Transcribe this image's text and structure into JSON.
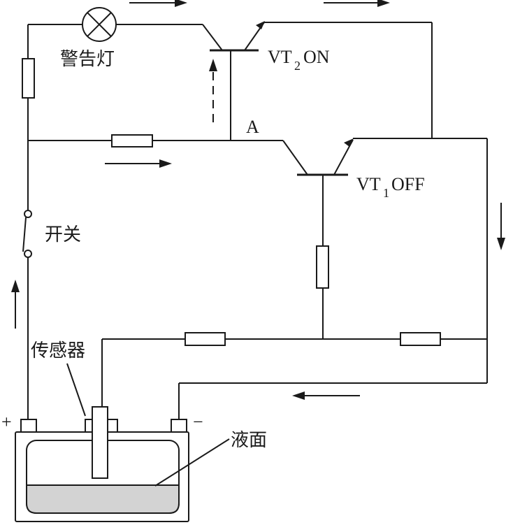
{
  "labels": {
    "warning_lamp": "警告灯",
    "switch": "开关",
    "sensor": "传感器",
    "liquid_level": "液面",
    "node_a": "A",
    "vt2_prefix": "VT",
    "vt2_sub": "2",
    "vt2_state": "ON",
    "vt1_prefix": "VT",
    "vt1_sub": "1",
    "vt1_state": "OFF",
    "battery_plus": "+",
    "battery_minus": "−"
  },
  "colors": {
    "line": "#1a1a1a",
    "liquid": "#d3d3d3",
    "background": "#ffffff"
  }
}
